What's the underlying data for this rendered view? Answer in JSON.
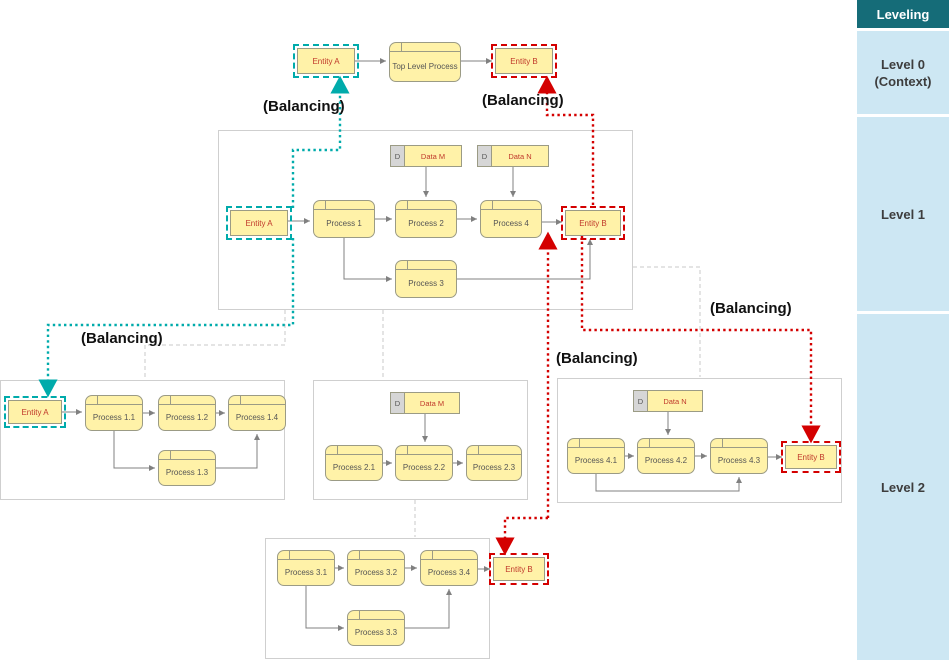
{
  "sidebar": {
    "title": "Leveling",
    "levels": [
      {
        "label": "Level 0 (Context)"
      },
      {
        "label": "Level 1"
      },
      {
        "label": "Level 2"
      }
    ]
  },
  "labels": {
    "balancing": "(Balancing)"
  },
  "diagram": {
    "store_prefix": "D",
    "level0": {
      "entity_a": "Entity A",
      "process": "Top Level Process",
      "entity_b": "Entity B"
    },
    "level1": {
      "entity_a": "Entity A",
      "entity_b": "Entity B",
      "data_m": "Data M",
      "data_n": "Data N",
      "p1": "Process 1",
      "p2": "Process 2",
      "p3": "Process 3",
      "p4": "Process 4"
    },
    "level2_process1": {
      "entity_a": "Entity A",
      "p11": "Process 1.1",
      "p12": "Process 1.2",
      "p13": "Process 1.3",
      "p14": "Process 1.4"
    },
    "level2_process2": {
      "data_m": "Data M",
      "p21": "Process 2.1",
      "p22": "Process 2.2",
      "p23": "Process 2.3"
    },
    "level2_process3": {
      "p31": "Process 3.1",
      "p32": "Process 3.2",
      "p33": "Process 3.3",
      "p34": "Process 3.4",
      "entity_b": "Entity B"
    },
    "level2_process4": {
      "data_n": "Data N",
      "p41": "Process 4.1",
      "p42": "Process 4.2",
      "p43": "Process 4.3",
      "entity_b": "Entity B"
    }
  },
  "colors": {
    "balancing_teal": "#00ABAB",
    "balancing_red": "#D40000",
    "node_fill": "#FFF2A8",
    "sidebar_header_bg": "#156C78",
    "sidebar_level_bg": "#CDE7F3"
  }
}
